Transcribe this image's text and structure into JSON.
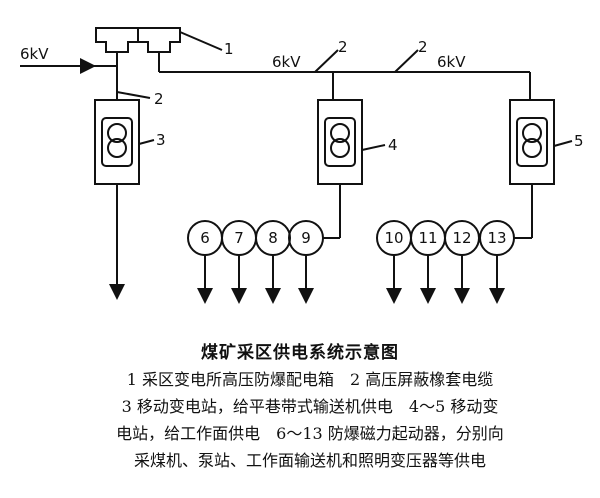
{
  "diagram": {
    "source_label": "6kV",
    "voltage_labels": [
      "6kV",
      "6kV"
    ],
    "callouts": [
      "1",
      "2",
      "2",
      "2",
      "3",
      "4",
      "5"
    ],
    "starters_group_a": [
      "6",
      "7",
      "8",
      "9"
    ],
    "starters_group_b": [
      "10",
      "11",
      "12",
      "13"
    ]
  },
  "caption": {
    "title": "煤矿采区供电系统示意图",
    "lines": [
      "1 采区变电所高压防爆配电箱　2 高压屏蔽橡套电缆",
      "3 移动变电站，给平巷带式输送机供电　4～5 移动变",
      "电站，给工作面供电　6～13 防爆磁力起动器，分别向",
      "采煤机、泵站、工作面输送机和照明变压器等供电"
    ]
  },
  "colors": {
    "ink": "#111111",
    "background": "#ffffff"
  }
}
